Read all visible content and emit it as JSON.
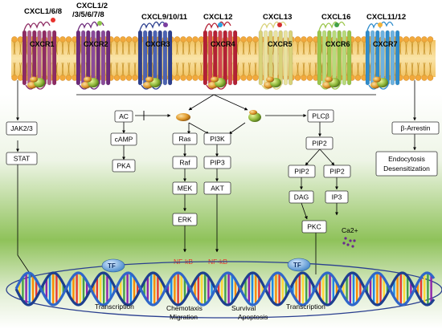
{
  "ligands": [
    "CXCL1/6/8",
    "CXCL1/2",
    "/3/5/6/7/8",
    "CXCL9/10/11",
    "CXCL12",
    "CXCL13",
    "CXCL16",
    "CXCL11/12"
  ],
  "receptors": [
    "CXCR1",
    "CXCR2",
    "CXCR3",
    "CXCR4",
    "CXCR5",
    "CXCR6",
    "CXCR7"
  ],
  "pathway_boxes": {
    "jak": "JAK2/3",
    "stat": "STAT",
    "ac": "AC",
    "camp": "cAMP",
    "pka": "PKA",
    "ras": "Ras",
    "raf": "Raf",
    "mek": "MEK",
    "erk": "ERK",
    "pi3k": "PI3K",
    "pip3": "PIP3",
    "akt": "AKT",
    "plcb": "PLCβ",
    "pip2_top": "PIP2",
    "pip2_left": "PIP2",
    "pip2_right": "PIP2",
    "dag": "DAG",
    "ip3": "IP3",
    "pkc": "PKC",
    "barrestin": "β-Arrestin",
    "endo_line1": "Endocytosis",
    "endo_line2": "Desensitization"
  },
  "ca_label": "Ca2+",
  "nfkb": [
    "NF-kB",
    "NF-kB"
  ],
  "tf": [
    "TF",
    "TF"
  ],
  "outcomes": {
    "transcription_left": "Transcription",
    "chemotaxis": "Chemotaxis",
    "migration": "Migration",
    "survival": "Survival",
    "apoptosis": "Apoptosis",
    "transcription_right": "Transcription"
  },
  "colors": {
    "red": "#e8322d",
    "green_gradient": "#7cb342",
    "cxcr1": "#8e2b63",
    "cxcr2": "#6d2a7a",
    "cxcr3": "#2d3f8f",
    "cxcr4": "#b32035",
    "cxcr5": "#d9d27a",
    "cxcr6": "#9bc64b",
    "cxcr7": "#2f8ccb"
  }
}
